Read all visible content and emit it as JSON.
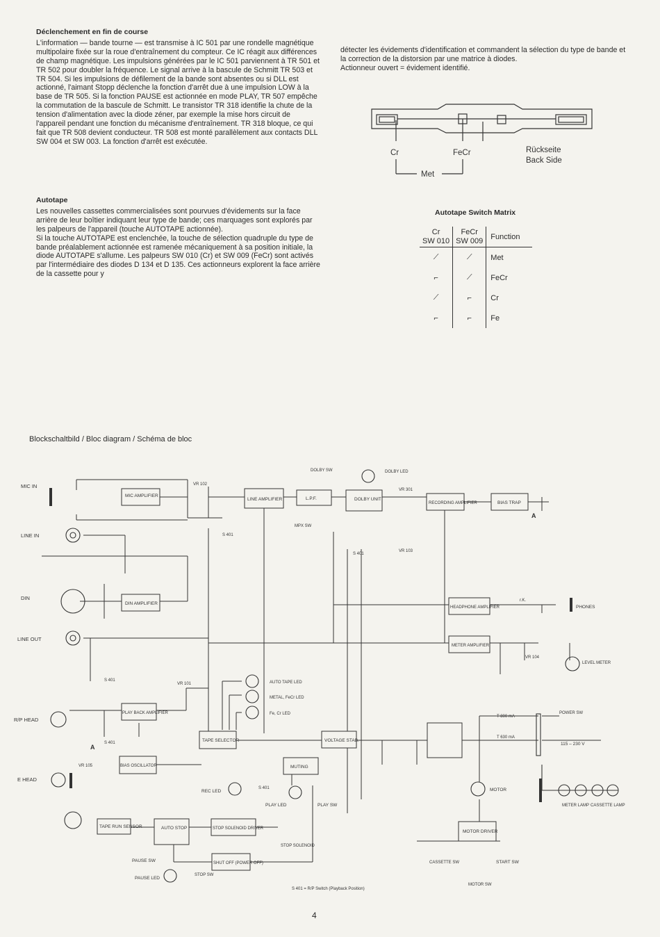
{
  "section1": {
    "title": "Déclenchement en fin de course",
    "body": "L'information — bande tourne — est transmise à IC 501 par une rondelle magnétique multipolaire fixée sur la roue d'entraînement du compteur. Ce IC réagit aux différences de champ magnétique. Les impulsions générées par le IC 501 parviennent à TR 501 et TR 502 pour doubler la fréquence. Le signal arrive à la bascule de Schmitt TR 503 et TR 504. Si les impulsions de défilement de la bande sont absentes ou si DLL est actionné, l'aimant Stopp déclenche la fonction d'arrêt due à une impulsion LOW à la base de TR 505. Si la fonction PAUSE est actionnée en mode PLAY, TR 507 empêche la commutation de la bascule de Schmitt. Le transistor TR 318 identifie la chute de la tension d'alimentation avec la diode zéner, par exemple la mise hors circuit de l'appareil pendant une fonction du mécanisme d'entraînement. TR 318 bloque, ce qui fait que TR 508 devient conducteur. TR 508 est monté parallèlement aux contacts DLL SW 004 et SW 003. La fonction d'arrêt est exécutée."
  },
  "section2": {
    "title": "Autotape",
    "body1": "Les nouvelles cassettes commercialisées sont pourvues d'évidements sur la face arrière de leur boîtier indiquant leur type de bande; ces marquages sont explorés par les palpeurs de l'appareil (touche AUTOTAPE actionnée).",
    "body2": "Si la touche AUTOTAPE est enclenchée, la touche de sélection quadruple du type de bande préalablement actionnée est ramenée mécaniquement à sa position initiale, la diode AUTOTAPE s'allume. Les palpeurs SW 010 (Cr) et SW 009 (FeCr) sont activés par l'intermédiaire des diodes D 134 et D 135. Ces actionneurs explorent la face arrière de la cassette pour y"
  },
  "section3": {
    "body1": "détecter les évidements d'identification et commandent la sélection du type de bande et la correction de la distorsion par une matrice à diodes.",
    "body2": "Actionneur ouvert = évidement identifié."
  },
  "cassette": {
    "cr": "Cr",
    "fecr": "FeCr",
    "met": "Met",
    "back_de": "Rückseite",
    "back_en": "Back Side"
  },
  "matrix": {
    "title": "Autotape Switch Matrix",
    "col1_top": "Cr",
    "col1_bot": "SW 010",
    "col2_top": "FeCr",
    "col2_bot": "SW 009",
    "col3": "Function",
    "rows": [
      "Met",
      "FeCr",
      "Cr",
      "Fe"
    ]
  },
  "diagram": {
    "title": "Blockschaltbild / Bloc diagram / Schéma de bloc",
    "mic_in": "MIC IN",
    "line_in": "LINE IN",
    "din": "DIN",
    "line_out": "LINE OUT",
    "rp_head": "R/P HEAD",
    "e_head": "E HEAD",
    "mic_amp": "MIC AMPLIFIER",
    "din_amp": "DIN AMPLIFIER",
    "play_amp": "PLAY BACK AMPLIFIER",
    "bias_osc": "BIAS OSCILLATOR",
    "line_amp": "LINE AMPLIFIER",
    "lpf": "L.P.F.",
    "dolby_unit": "DOLBY UNIT",
    "rec_amp": "RECORDING AMPLIFIER",
    "bias_trap": "BIAS TRAP",
    "headphone_amp": "HEADPHONE AMPLIFIER",
    "meter_amp": "METER AMPLIFIER",
    "tape_selector": "TAPE SELECTOR",
    "voltage_stab": "VOLTAGE STAB.",
    "muting": "MUTING",
    "tape_run": "TAPE RUN SENSOR",
    "auto_stop": "AUTO STOP",
    "stop_solenoid_driver": "STOP SOLENOID DRIVER",
    "stop_solenoid": "STOP SOLENOID",
    "shut_off": "SHUT OFF (POWER OFF)",
    "motor_driver": "MOTOR DRIVER",
    "motor": "MOTOR",
    "dolby_sw": "DOLBY SW",
    "dolby_led": "DOLBY LED",
    "mpx_sw": "MPX SW",
    "vr102": "VR 102",
    "vr301": "VR 301",
    "vr103": "VR 103",
    "vr101": "VR 101",
    "vr105": "VR 105",
    "vr104": "VR 104",
    "s401": "S 401",
    "auto_tape_led": "AUTO TAPE LED",
    "metal_led": "METAL, FeCr LED",
    "fe_led": "Fe, Cr LED",
    "rec_led": "REC LED",
    "play_led": "PLAY LED",
    "play_sw": "PLAY SW",
    "pause_sw": "PAUSE SW",
    "pause_led": "PAUSE LED",
    "stop_sw": "STOP SW",
    "cassette_sw": "CASSETTE SW",
    "motor_sw": "MOTOR SW",
    "start_sw": "START SW",
    "phones": "PHONES",
    "level_meter": "LEVEL METER",
    "power_sw": "POWER SW",
    "t800": "T 800 mA",
    "t630": "T 630 mA",
    "mains": "115 – 230 V",
    "meter_lamp": "METER LAMP",
    "cassette_lamp": "CASSETTE LAMP",
    "rk": "r.K.",
    "a": "A",
    "s401_note": "S 401 = R/P Switch (Playback Position)"
  },
  "page_number": "4"
}
